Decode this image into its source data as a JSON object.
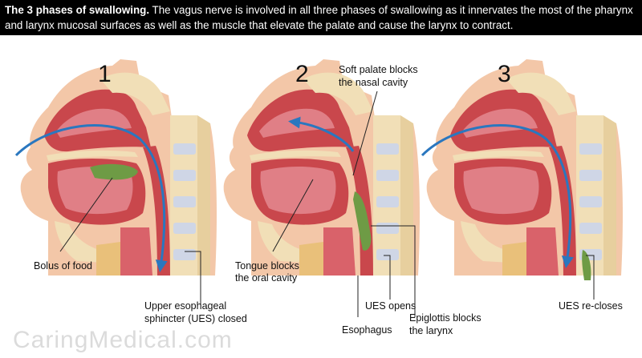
{
  "header": {
    "title_bold": "The 3 phases of swallowing.",
    "title_rest": " The vagus nerve is involved in all three phases of swallowing as it innervates the most of the pharynx and larynx mucosal surfaces as well as the muscle that elevate the palate and cause the larynx to contract."
  },
  "panels": [
    {
      "number": "1"
    },
    {
      "number": "2"
    },
    {
      "number": "3"
    }
  ],
  "labels": {
    "bolus": "Bolus of food",
    "ues_closed_1": "Upper esophageal",
    "ues_closed_2": "sphincter (UES) closed",
    "soft_palate_1": "Soft palate blocks",
    "soft_palate_2": "the nasal cavity",
    "tongue_1": "Tongue blocks",
    "tongue_2": "the oral cavity",
    "ues_opens": "UES opens",
    "esophagus": "Esophagus",
    "epiglottis_1": "Epiglottis blocks",
    "epiglottis_2": "the larynx",
    "ues_recloses": "UES re-closes"
  },
  "watermark": "CaringMedical.com",
  "colors": {
    "tissue": "#c9474c",
    "tissue_light": "#e07f86",
    "bone": "#f1dfb7",
    "vertebra": "#e7cf9e",
    "bolus": "#6e9b45",
    "arrow": "#2a77bf",
    "fat": "#e9c07a"
  }
}
